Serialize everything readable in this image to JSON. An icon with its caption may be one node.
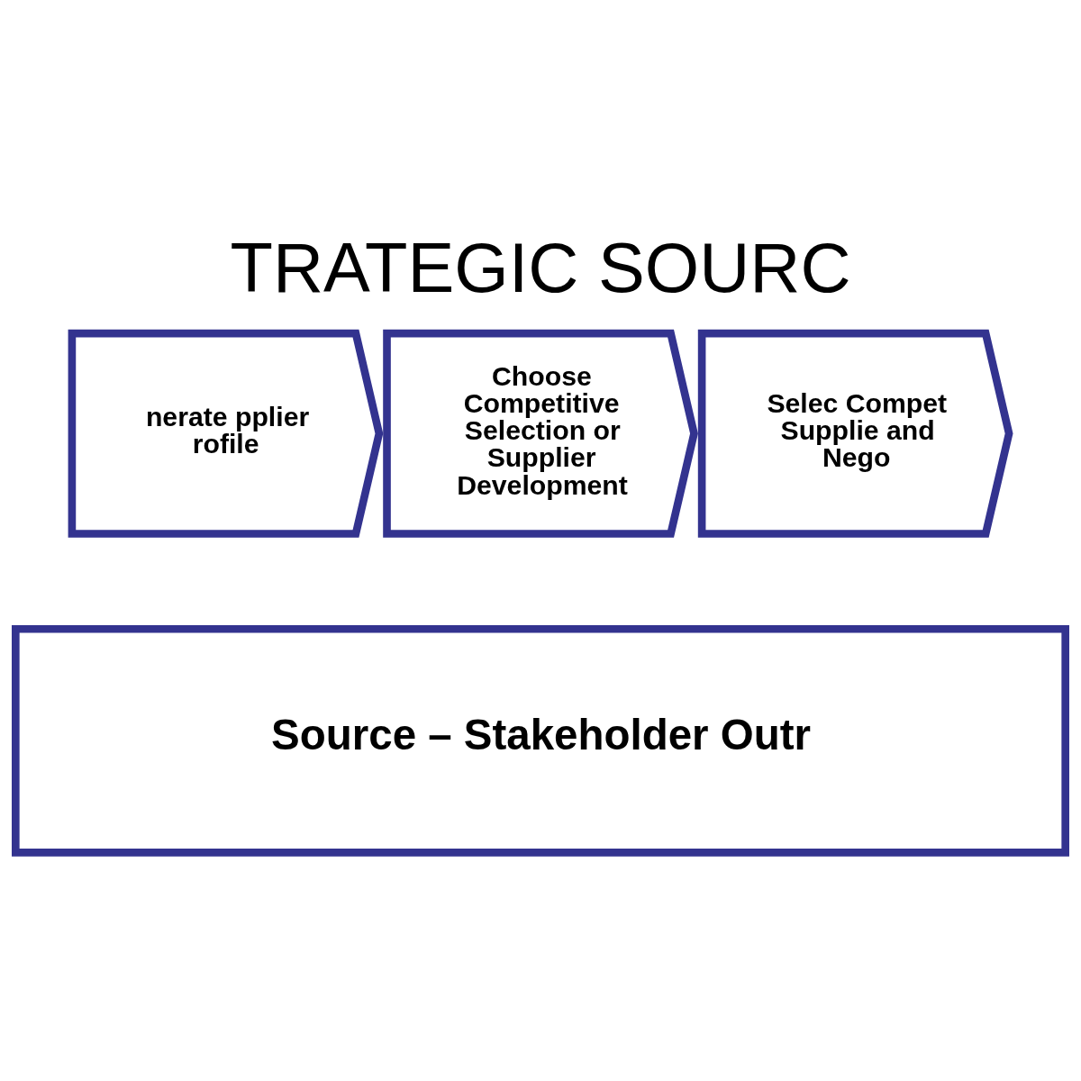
{
  "diagram": {
    "title": "TRATEGIC SOURC",
    "nodes": [
      {
        "text": [
          "nerate pplier rofile"
        ]
      },
      {
        "text": [
          "Choose Competitive Selection or Supplier Development"
        ]
      },
      {
        "text": [
          "Selec Compet Supplie and Nego"
        ]
      },
      {
        "text": [
          "Source – Stakeholder Outr"
        ]
      }
    ],
    "edges": []
  }
}
